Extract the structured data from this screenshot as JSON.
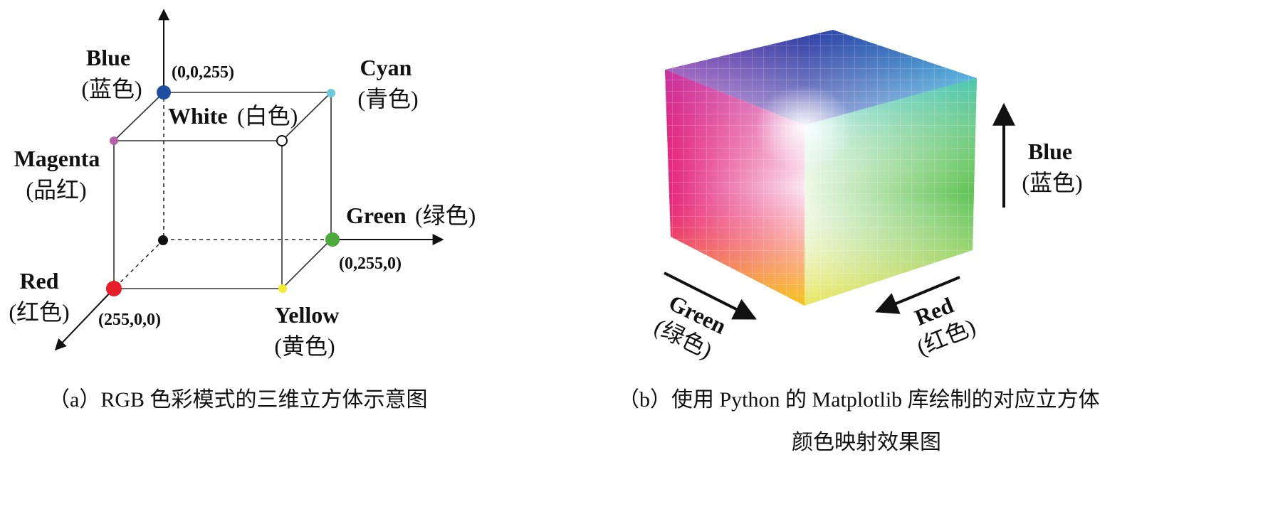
{
  "panel_a": {
    "labels": {
      "blue_en": "Blue",
      "blue_cn": "(蓝色)",
      "blue_coord": "(0,0,255)",
      "cyan_en": "Cyan",
      "cyan_cn": "(青色)",
      "white_en": "White",
      "white_cn": "(白色)",
      "magenta_en": "Magenta",
      "magenta_cn": "(品红)",
      "green_en": "Green",
      "green_cn": "(绿色)",
      "green_coord": "(0,255,0)",
      "red_en": "Red",
      "red_cn": "(红色)",
      "red_coord": "(255,0,0)",
      "yellow_en": "Yellow",
      "yellow_cn": "(黄色)"
    },
    "colors": {
      "blue": "#1f4ea1",
      "cyan": "#6cc9dc",
      "white": "#ffffff",
      "magenta": "#b561a8",
      "green": "#4caa3a",
      "red": "#e81d2a",
      "yellow": "#f1ea2d",
      "black": "#111111"
    },
    "caption": "（a）RGB 色彩模式的三维立方体示意图"
  },
  "panel_b": {
    "labels": {
      "blue_en": "Blue",
      "blue_cn": "(蓝色)",
      "green_en": "Green",
      "green_cn": "(绿色)",
      "red_en": "Red",
      "red_cn": "(红色)"
    },
    "caption_line1": "（b）使用 Python 的 Matplotlib 库绘制的对应立方体",
    "caption_line2": "颜色映射效果图"
  }
}
